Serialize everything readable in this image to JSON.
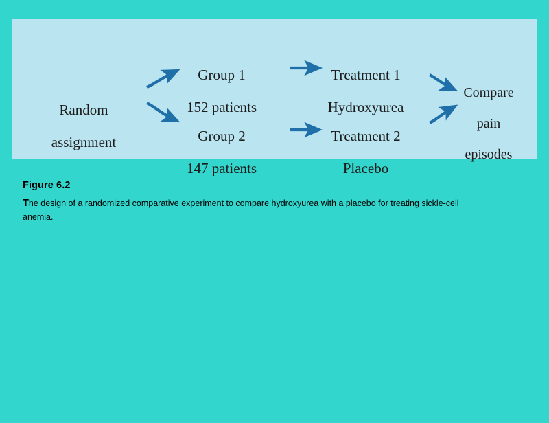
{
  "slide": {
    "background_color": "#33d6cc"
  },
  "diagram": {
    "panel_color": "#b9e4f0",
    "arrow_color": "#1f6fa8",
    "nodes": [
      {
        "id": "random-assignment",
        "line1": "Random",
        "line2": "assignment"
      },
      {
        "id": "group-1",
        "line1": "Group 1",
        "line2": "152 patients"
      },
      {
        "id": "group-2",
        "line1": "Group 2",
        "line2": "147 patients"
      },
      {
        "id": "treatment-1",
        "line1": "Treatment 1",
        "line2": "Hydroxyurea"
      },
      {
        "id": "treatment-2",
        "line1": "Treatment 2",
        "line2": "Placebo"
      },
      {
        "id": "compare",
        "line1": "Compare",
        "line2": "pain",
        "line3": "episodes"
      }
    ],
    "arrows": [
      {
        "id": "arrow-random-to-group1",
        "from": "random-assignment",
        "to": "group-1"
      },
      {
        "id": "arrow-random-to-group2",
        "from": "random-assignment",
        "to": "group-2"
      },
      {
        "id": "arrow-group1-to-treatment1",
        "from": "group-1",
        "to": "treatment-1"
      },
      {
        "id": "arrow-group2-to-treatment2",
        "from": "group-2",
        "to": "treatment-2"
      },
      {
        "id": "arrow-treatment1-to-compare",
        "from": "treatment-1",
        "to": "compare"
      },
      {
        "id": "arrow-treatment2-to-compare",
        "from": "treatment-2",
        "to": "compare"
      }
    ]
  },
  "caption": {
    "title": "Figure 6.2",
    "lead": "T",
    "body": "he design of a randomized comparative experiment to compare hydroxyurea with a placebo for treating sickle-cell anemia."
  }
}
